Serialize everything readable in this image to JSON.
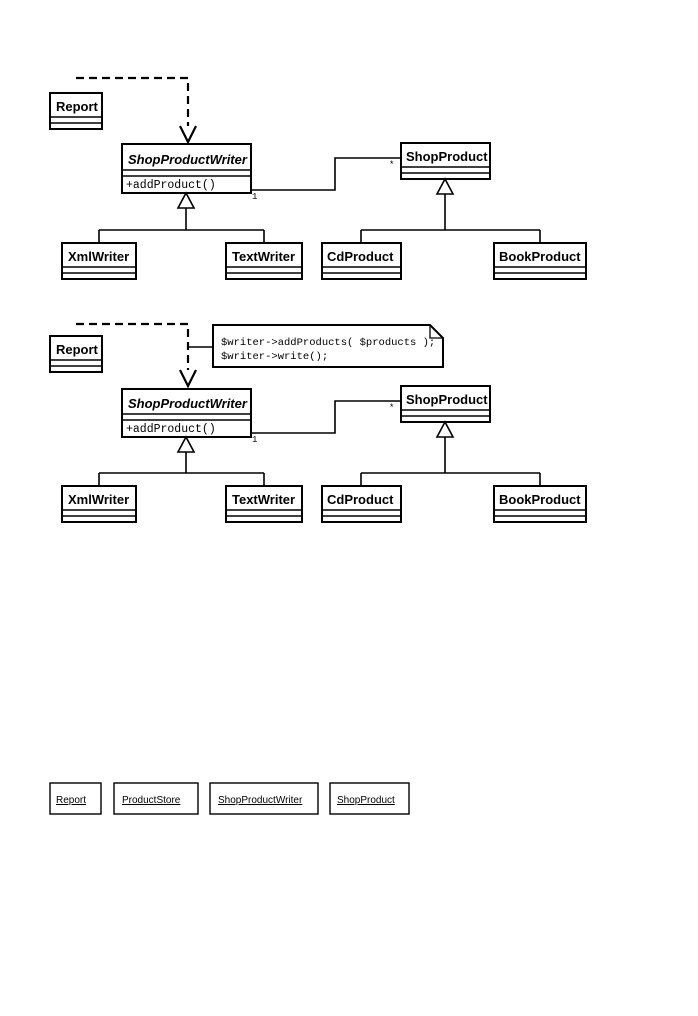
{
  "document": {
    "title": "UML class diagrams - ShopProductWriter",
    "background_color": "#ffffff",
    "line_color": "#000000"
  },
  "diagram_1": {
    "name": "class-diagram-without-note",
    "classes": {
      "report": {
        "name": "Report",
        "stereotype": "class",
        "italic": false,
        "compartments": 2
      },
      "shop_product_writer": {
        "name": "ShopProductWriter",
        "italic": true,
        "operations": [
          "+addProduct()"
        ]
      },
      "xml_writer": {
        "name": "XmlWriter",
        "italic": false,
        "compartments": 2
      },
      "text_writer": {
        "name": "TextWriter",
        "italic": false,
        "compartments": 2
      },
      "shop_product": {
        "name": "ShopProduct",
        "italic": false,
        "compartments": 2
      },
      "cd_product": {
        "name": "CdProduct",
        "italic": false,
        "compartments": 2
      },
      "book_product": {
        "name": "BookProduct",
        "italic": false,
        "compartments": 2
      }
    },
    "multiplicities": {
      "source": "1",
      "target": "*"
    },
    "relationships": [
      {
        "type": "dependency",
        "from": "Report",
        "to": "ShopProductWriter",
        "style": "dashed-arrow"
      },
      {
        "type": "generalization",
        "from": "XmlWriter",
        "to": "ShopProductWriter"
      },
      {
        "type": "generalization",
        "from": "TextWriter",
        "to": "ShopProductWriter"
      },
      {
        "type": "association",
        "from": "ShopProductWriter",
        "to": "ShopProduct"
      },
      {
        "type": "generalization",
        "from": "CdProduct",
        "to": "ShopProduct"
      },
      {
        "type": "generalization",
        "from": "BookProduct",
        "to": "ShopProduct"
      }
    ]
  },
  "diagram_2": {
    "name": "class-diagram-with-note",
    "classes": {
      "report": {
        "name": "Report",
        "italic": false,
        "compartments": 2
      },
      "shop_product_writer": {
        "name": "ShopProductWriter",
        "italic": true,
        "operations": [
          "+addProduct()"
        ]
      },
      "xml_writer": {
        "name": "XmlWriter",
        "italic": false,
        "compartments": 2
      },
      "text_writer": {
        "name": "TextWriter",
        "italic": false,
        "compartments": 2
      },
      "shop_product": {
        "name": "ShopProduct",
        "italic": false,
        "compartments": 2
      },
      "cd_product": {
        "name": "CdProduct",
        "italic": false,
        "compartments": 2
      },
      "book_product": {
        "name": "BookProduct",
        "italic": false,
        "compartments": 2
      }
    },
    "note": {
      "lines": [
        "$writer->addProducts( $products );",
        "$writer->write();"
      ]
    },
    "multiplicities": {
      "source": "1",
      "target": "*"
    },
    "relationships": [
      {
        "type": "dependency",
        "from": "Report",
        "to": "ShopProductWriter",
        "style": "dashed-arrow"
      },
      {
        "type": "note-anchor",
        "from": "note",
        "to": "dependency"
      },
      {
        "type": "generalization",
        "from": "XmlWriter",
        "to": "ShopProductWriter"
      },
      {
        "type": "generalization",
        "from": "TextWriter",
        "to": "ShopProductWriter"
      },
      {
        "type": "association",
        "from": "ShopProductWriter",
        "to": "ShopProduct"
      },
      {
        "type": "generalization",
        "from": "CdProduct",
        "to": "ShopProduct"
      },
      {
        "type": "generalization",
        "from": "BookProduct",
        "to": "ShopProduct"
      }
    ]
  },
  "object_row": {
    "name": "object-instances-row",
    "items": [
      {
        "label": "Report",
        "underlined": true
      },
      {
        "label": "ProductStore",
        "underlined": true
      },
      {
        "label": "ShopProductWriter",
        "underlined": true
      },
      {
        "label": "ShopProduct",
        "underlined": true
      }
    ]
  }
}
